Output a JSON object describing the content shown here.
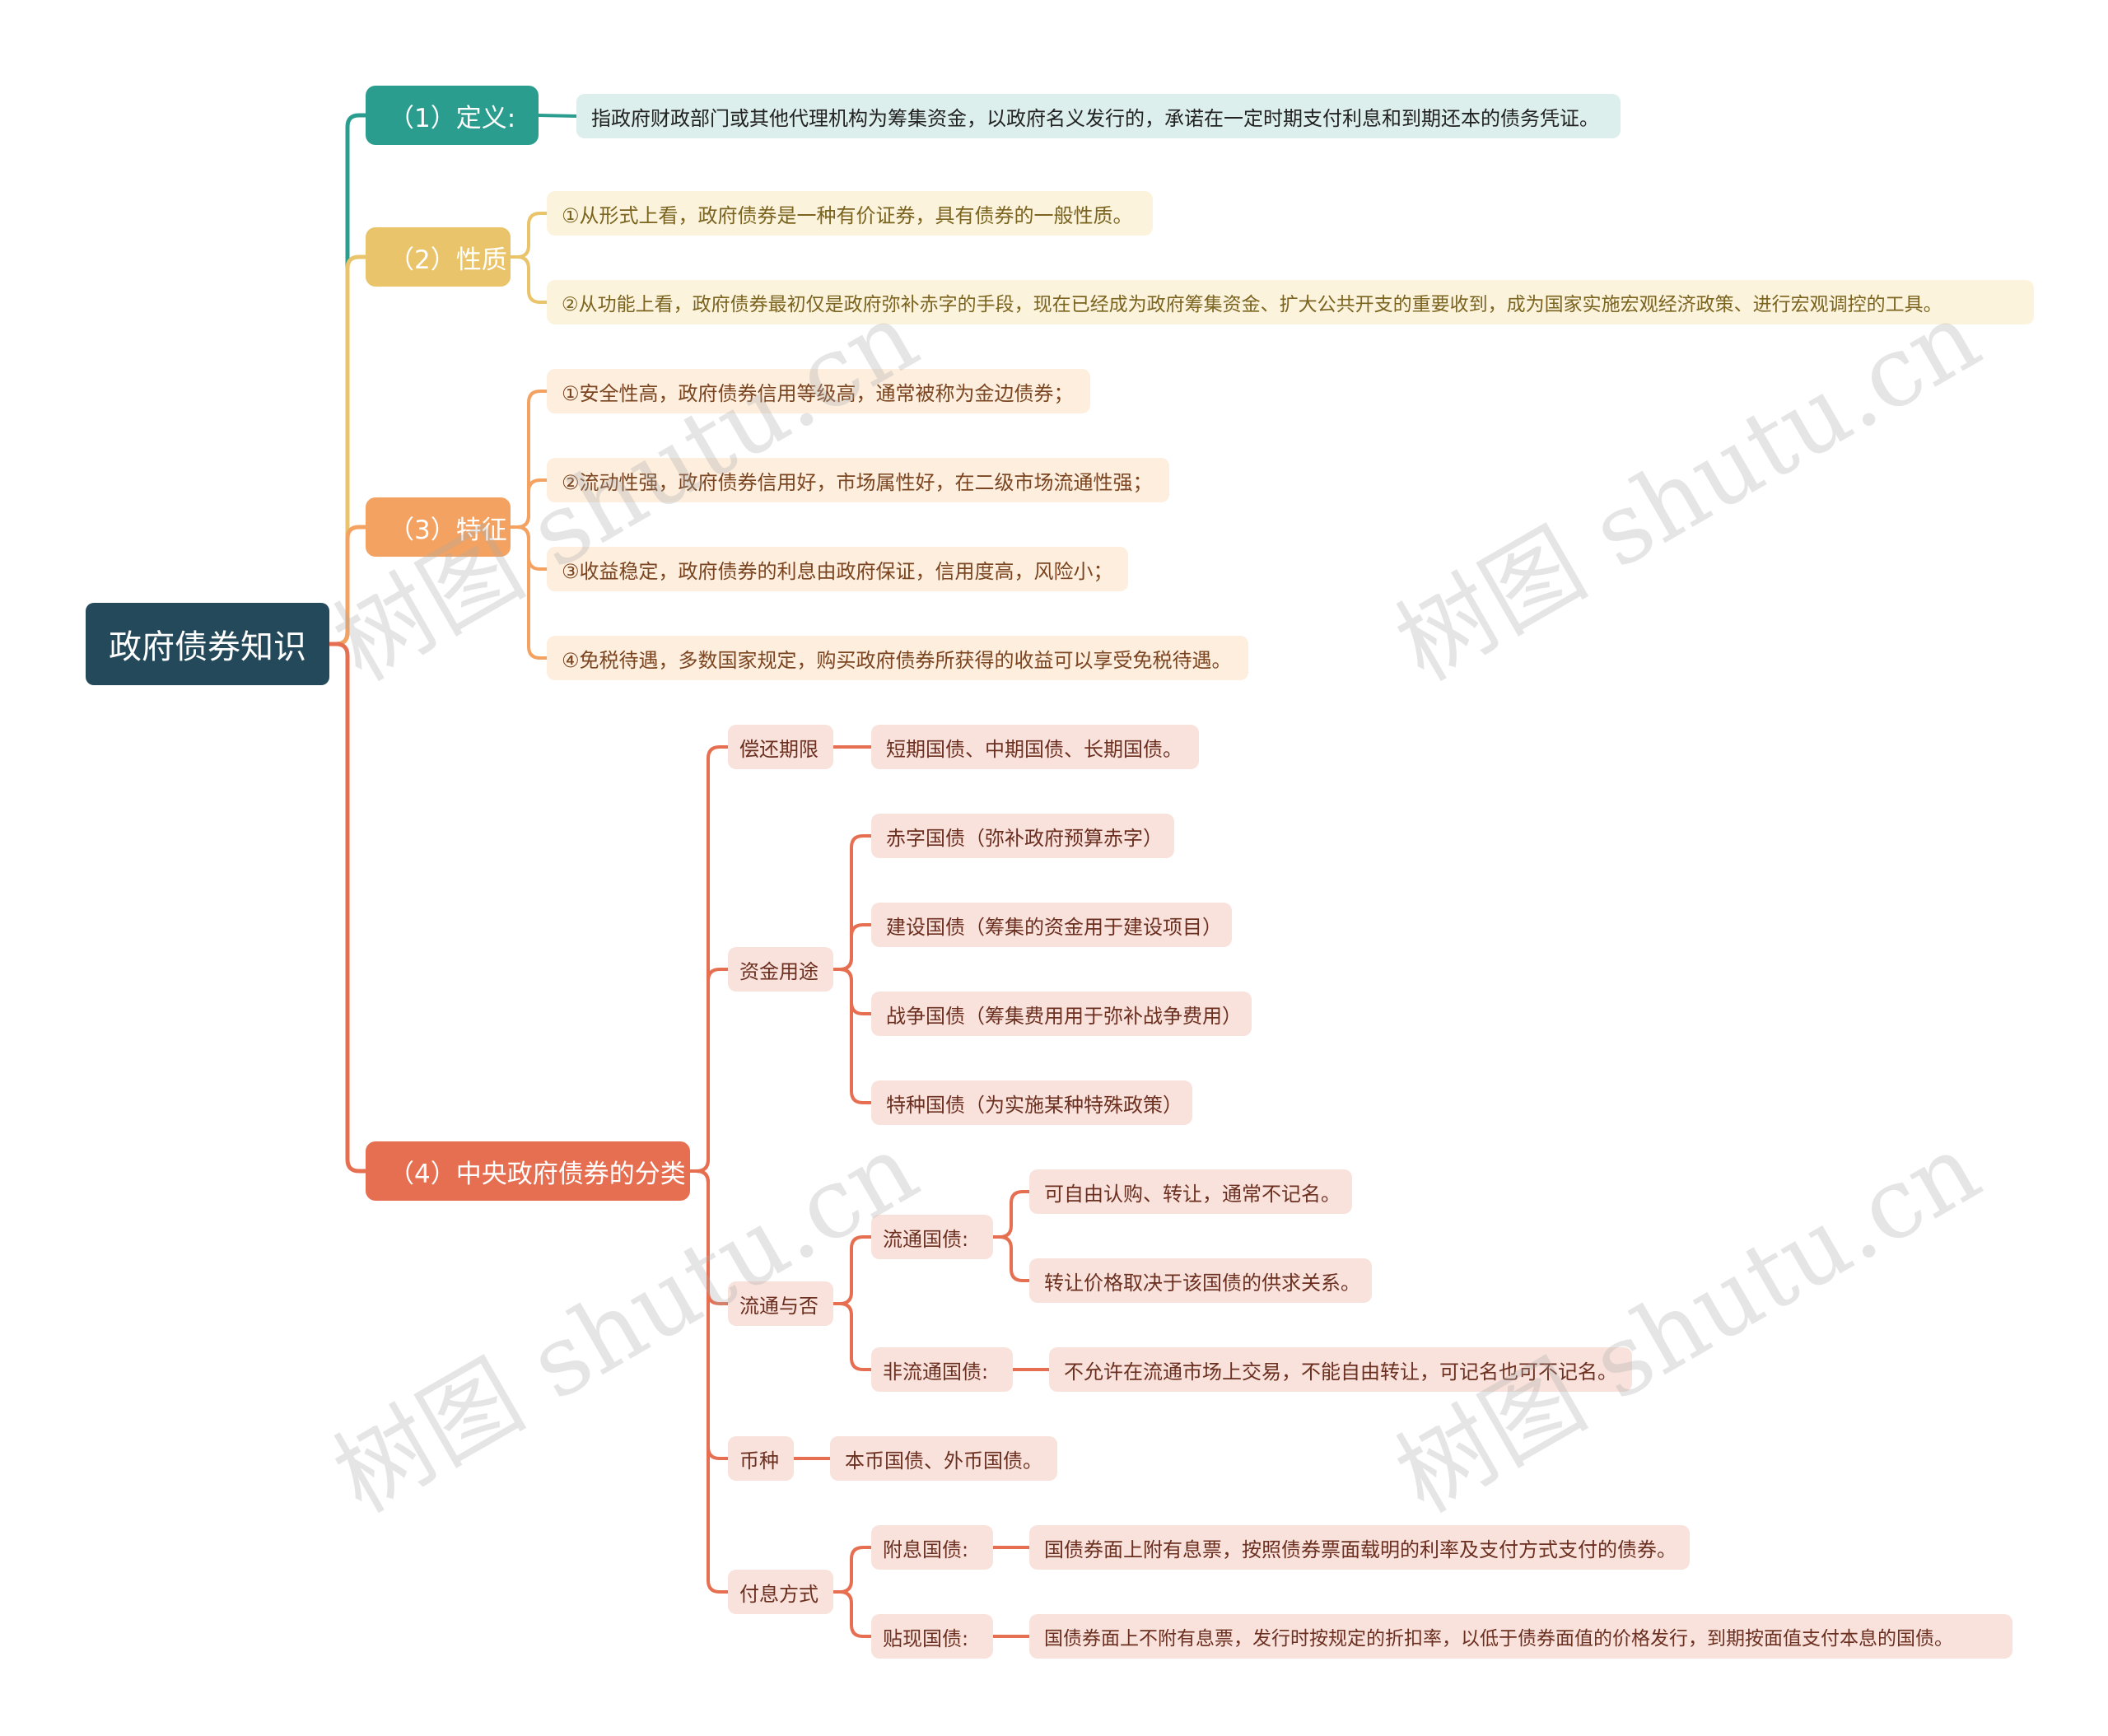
{
  "title": "政府债券知识",
  "watermark": "树图 shutu.cn",
  "colors": {
    "root": "#23495a",
    "teal": "#2a9d8f",
    "yellow": "#e9c46a",
    "orange": "#f4a261",
    "red": "#e76f51"
  },
  "branches": {
    "definition": {
      "label": "（1）定义:",
      "items": [
        "指政府财政部门或其他代理机构为筹集资金，以政府名义发行的，承诺在一定时期支付利息和到期还本的债务凭证。"
      ]
    },
    "nature": {
      "label": "（2）性质",
      "items": [
        "①从形式上看，政府债券是一种有价证券，具有债券的一般性质。",
        "②从功能上看，政府债券最初仅是政府弥补赤字的手段，现在已经成为政府筹集资金、扩大公共开支的重要收到，成为国家实施宏观经济政策、进行宏观调控的工具。"
      ]
    },
    "features": {
      "label": "（3）特征",
      "items": [
        "①安全性高，政府债券信用等级高，通常被称为金边债券；",
        "②流动性强，政府债券信用好，市场属性好，在二级市场流通性强；",
        "③收益稳定，政府债券的利息由政府保证，信用度高，风险小；",
        "④免税待遇，多数国家规定，购买政府债券所获得的收益可以享受免税待遇。"
      ]
    },
    "classification": {
      "label": "（4）中央政府债券的分类",
      "term": {
        "label": "偿还期限",
        "items": [
          "短期国债、中期国债、长期国债。"
        ]
      },
      "use": {
        "label": "资金用途",
        "items": [
          "赤字国债（弥补政府预算赤字）",
          "建设国债（筹集的资金用于建设项目）",
          "战争国债（筹集费用用于弥补战争费用）",
          "特种国债（为实施某种特殊政策）"
        ]
      },
      "circulation": {
        "label": "流通与否",
        "negotiable": {
          "label": "流通国债:",
          "items": [
            "可自由认购、转让，通常不记名。",
            "转让价格取决于该国债的供求关系。"
          ]
        },
        "non_negotiable": {
          "label": "非流通国债:",
          "items": [
            "不允许在流通市场上交易，不能自由转让，可记名也可不记名。"
          ]
        }
      },
      "currency": {
        "label": "币种",
        "items": [
          "本币国债、外币国债。"
        ]
      },
      "interest": {
        "label": "付息方式",
        "coupon": {
          "label": "附息国债:",
          "items": [
            "国债券面上附有息票，按照债券票面载明的利率及支付方式支付的债券。"
          ]
        },
        "discount": {
          "label": "贴现国债:",
          "items": [
            "国债券面上不附有息票，发行时按规定的折扣率，以低于债券面值的价格发行，到期按面值支付本息的国债。"
          ]
        }
      }
    }
  }
}
